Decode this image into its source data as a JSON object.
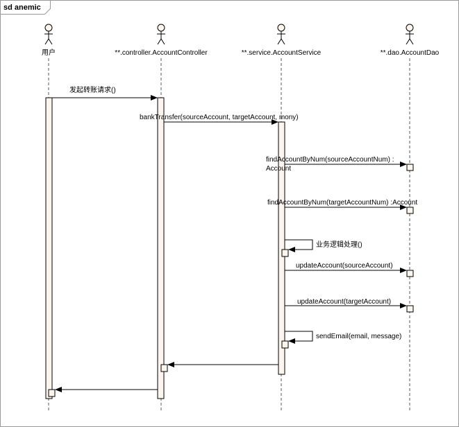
{
  "frame": {
    "title": "sd anemic"
  },
  "participants": [
    {
      "id": "user",
      "name": "用户"
    },
    {
      "id": "controller",
      "name": "**.controller.AccountController"
    },
    {
      "id": "service",
      "name": "**.service.AccountService"
    },
    {
      "id": "dao",
      "name": "**.dao.AccountDao"
    }
  ],
  "messages": [
    {
      "id": "m1",
      "from": "user",
      "to": "controller",
      "label": "发起转账请求()"
    },
    {
      "id": "m2",
      "from": "controller",
      "to": "service",
      "label": "bankTransfer(sourceAccount, targetAccount, mony)"
    },
    {
      "id": "m3",
      "from": "service",
      "to": "dao",
      "label": "findAccountByNum(sourceAccountNum) :",
      "label2": "Account"
    },
    {
      "id": "m4",
      "from": "service",
      "to": "dao",
      "label": "findAccountByNum(targetAccountNum) :Account"
    },
    {
      "id": "m5",
      "from": "service",
      "to": "service",
      "label": "业务逻辑处理()"
    },
    {
      "id": "m6",
      "from": "service",
      "to": "dao",
      "label": "updateAccount(sourceAccount)"
    },
    {
      "id": "m7",
      "from": "service",
      "to": "dao",
      "label": "updateAccount(targetAccount)"
    },
    {
      "id": "m8",
      "from": "service",
      "to": "service",
      "label": "sendEmail(email, message)"
    },
    {
      "id": "r1",
      "from": "service",
      "to": "controller",
      "label": ""
    },
    {
      "id": "r2",
      "from": "controller",
      "to": "user",
      "label": ""
    }
  ],
  "colors": {
    "activation_fill": "#fbf5ee",
    "line": "#000000",
    "frame_border": "#999999",
    "lifeline": "#555555"
  }
}
